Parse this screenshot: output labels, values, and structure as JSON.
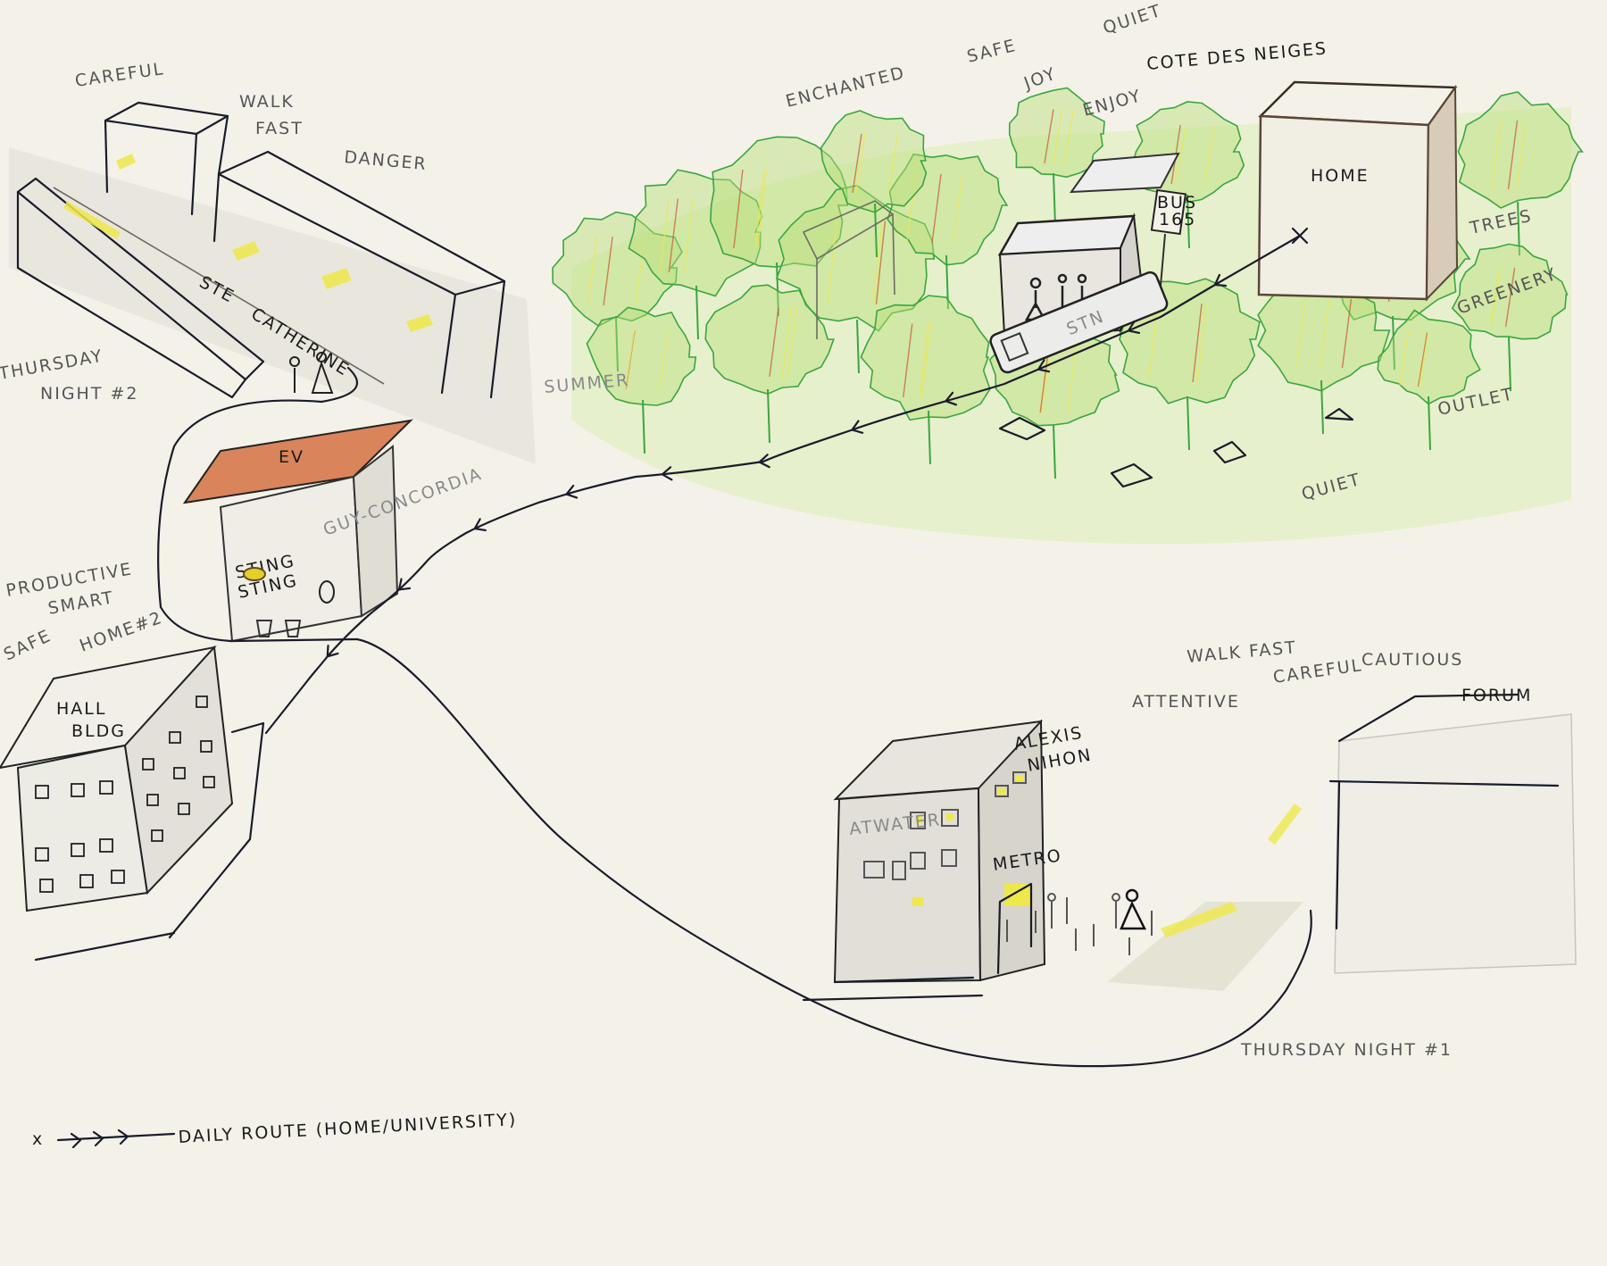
{
  "ste_catherine": {
    "words": [
      "CAREFUL",
      "WALK",
      "FAST",
      "DANGER"
    ],
    "street_label_1": "STE",
    "street_label_2": "CATHERINE",
    "caption_1": "THURSDAY",
    "caption_2": "NIGHT #2"
  },
  "ev_building": {
    "roof_label": "EV",
    "side_label": "GUY-CONCORDIA",
    "sting_1": "STING",
    "sting_2": "STING",
    "words": [
      "PRODUCTIVE",
      "SMART",
      "SAFE",
      "HOME#2"
    ]
  },
  "hall_building": {
    "label_1": "HALL",
    "label_2": "BLDG"
  },
  "cote_des_neiges": {
    "title": "COTE DES NEIGES",
    "words": [
      "ENCHANTED",
      "SAFE",
      "QUIET",
      "JOY",
      "ENJOY"
    ],
    "home_label": "HOME",
    "bus_sign_1": "BUS",
    "bus_sign_2": "165",
    "station_label": "STN",
    "side_words": [
      "TREES",
      "GREENERY",
      "OUTLET",
      "QUIET"
    ],
    "faint_label": "SUMMER"
  },
  "alexis_nihon": {
    "label_1": "ALEXIS",
    "label_2": "NIHON",
    "atwater": "ATWATER",
    "metro": "METRO",
    "forum": "FORUM",
    "words": [
      "ATTENTIVE",
      "WALK FAST",
      "CAREFUL",
      "CAUTIOUS"
    ],
    "caption": "THURSDAY NIGHT #1"
  },
  "legend": {
    "start_marker": "x",
    "label": "DAILY ROUTE (HOME/UNIVERSITY)"
  },
  "colors": {
    "paper": "#f4f2e8",
    "ink": "#1b1b2a",
    "tree_green": "#3aa640",
    "light_green": "#b9de7a",
    "roof_red": "#c8552e",
    "light_yellow": "#eee84a"
  }
}
